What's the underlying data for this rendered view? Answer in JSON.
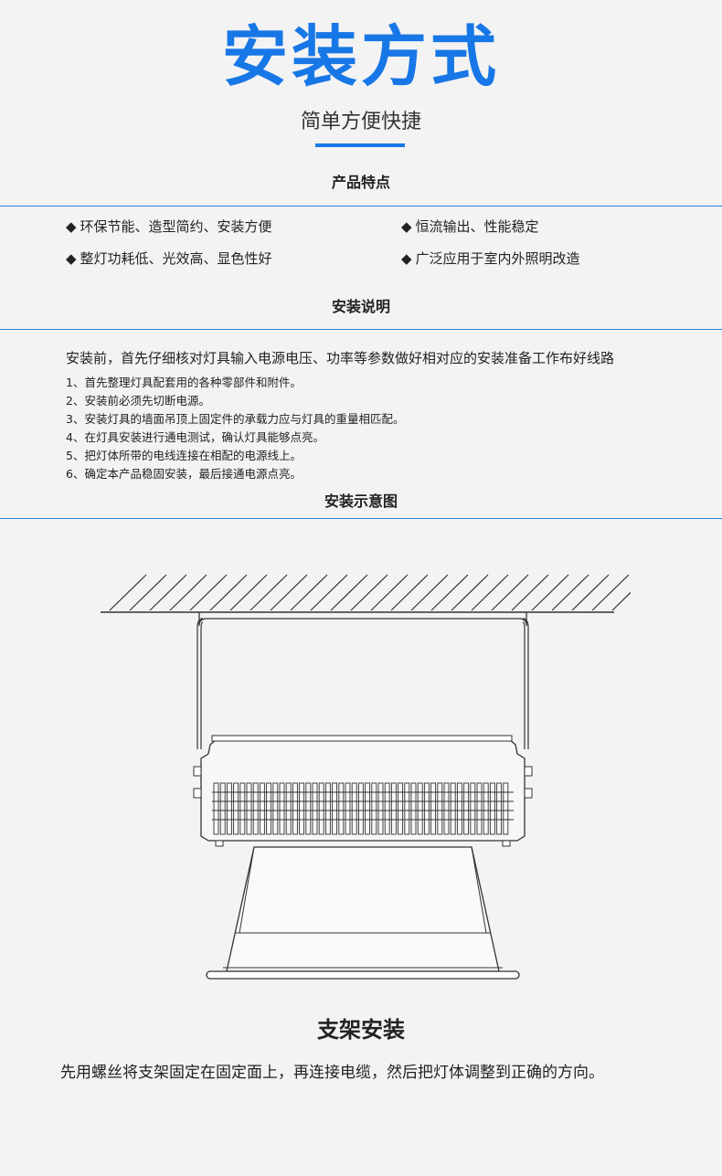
{
  "header": {
    "title": "安装方式",
    "subtitle": "简单方便快捷"
  },
  "features": {
    "heading": "产品特点",
    "bullet": "◆",
    "items": [
      "环保节能、造型简约、安装方便",
      "恒流输出、性能稳定",
      "整灯功耗低、光效高、显色性好",
      "广泛应用于室内外照明改造"
    ]
  },
  "instructions": {
    "heading": "安装说明",
    "intro": "安装前，首先仔细核对灯具输入电源电压、功率等参数做好相对应的安装准备工作布好线路",
    "steps": [
      "1、首先整理灯具配套用的各种零部件和附件。",
      "2、安装前必须先切断电源。",
      "3、安装灯具的墙面吊顶上固定件的承载力应与灯具的重量相匹配。",
      "4、在灯具安装进行通电测试，确认灯具能够点亮。",
      "5、把灯体所带的电线连接在相配的电源线上。",
      "6、确定本产品稳固安装，最后接通电源点亮。"
    ]
  },
  "diagram_section": {
    "heading": "安装示意图",
    "caption_title": "支架安装",
    "caption_text": "先用螺丝将支架固定在固定面上，再连接电缆，然后把灯体调整到正确的方向。"
  },
  "colors": {
    "accent": "#1877e6",
    "rule": "#2a7fe0",
    "background": "#f3f3f3",
    "text": "#222222"
  }
}
